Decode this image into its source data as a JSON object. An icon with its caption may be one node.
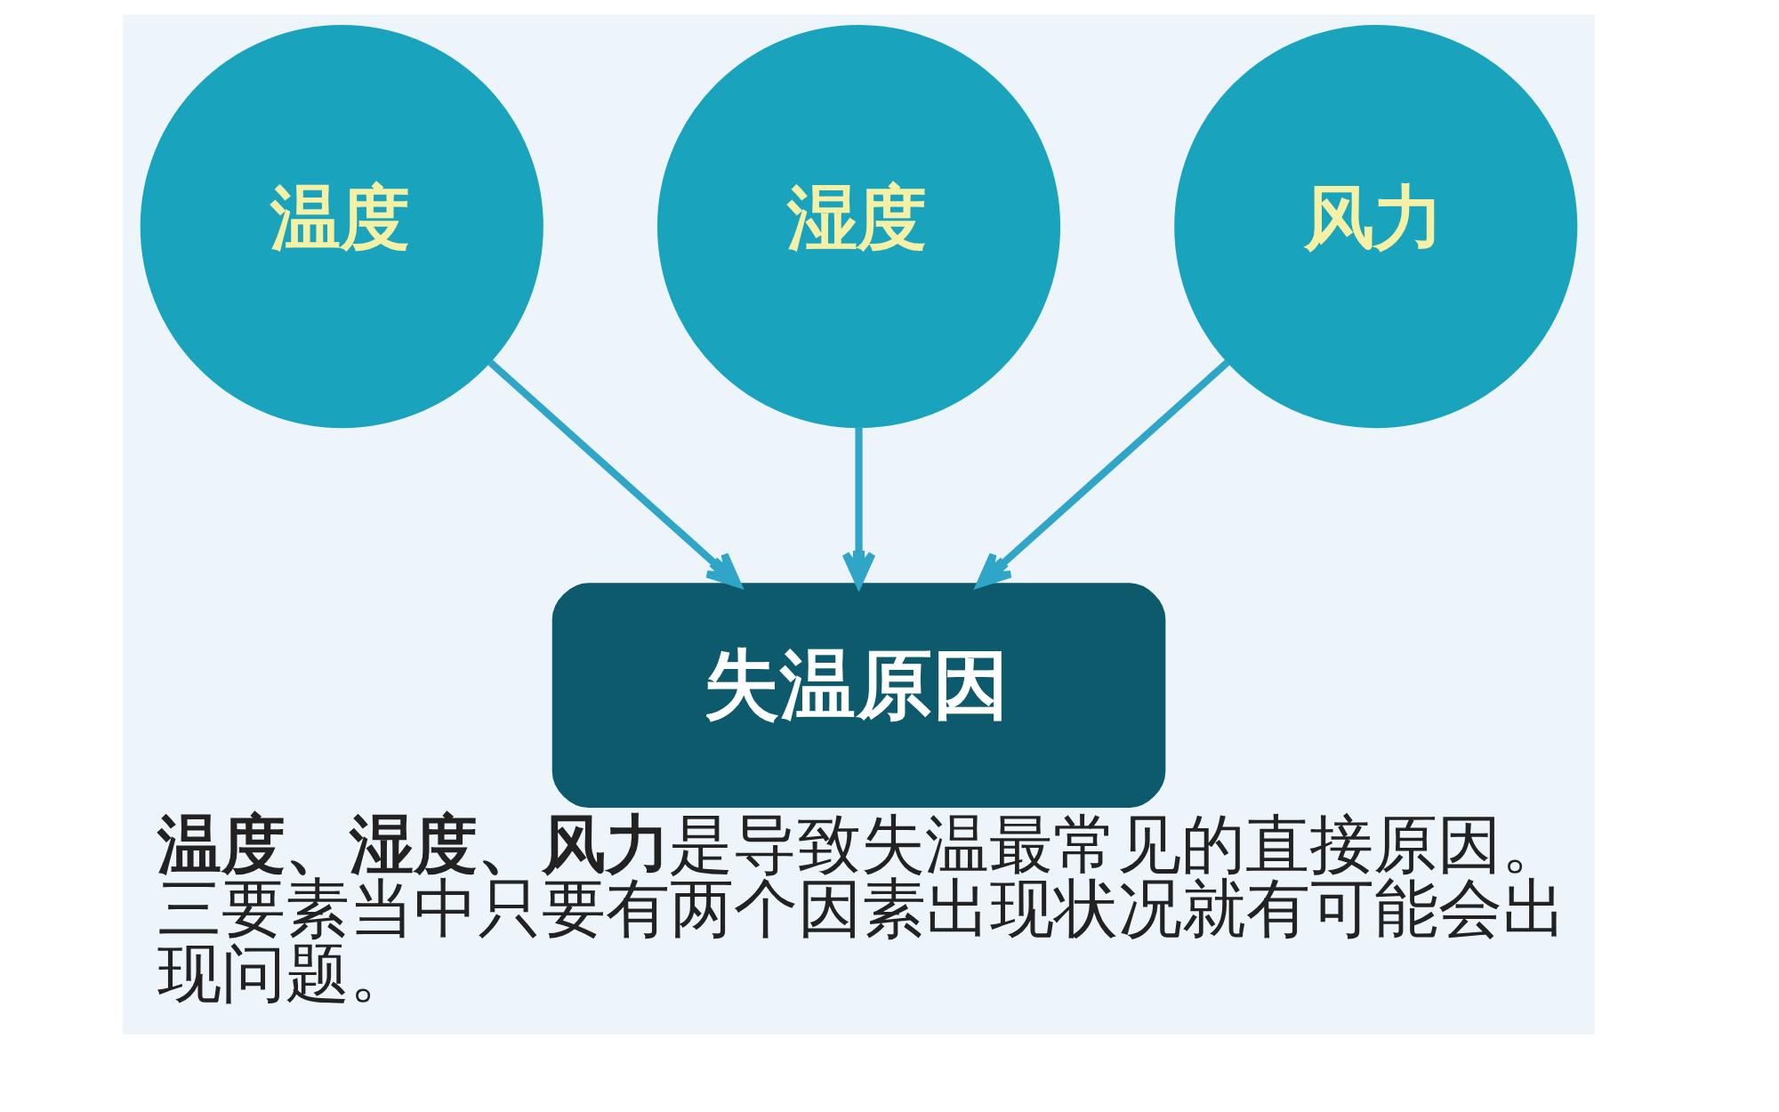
{
  "diagram": {
    "caption": "**温度、湿度、风力**是导致失温最常见的直接原因。三要素当中只要有两个因素出现状况就有可能会出现问题。",
    "nodes": [
      {
        "text": [
          "温度"
        ]
      },
      {
        "text": [
          "湿度"
        ]
      },
      {
        "text": [
          "风力"
        ]
      },
      {
        "text": [
          "失温原因"
        ]
      }
    ],
    "edges": [
      {
        "from": 0,
        "to": 3,
        "arrow": "to"
      },
      {
        "from": 1,
        "to": 3,
        "arrow": "to"
      },
      {
        "from": 2,
        "to": 3,
        "arrow": "to"
      }
    ]
  }
}
